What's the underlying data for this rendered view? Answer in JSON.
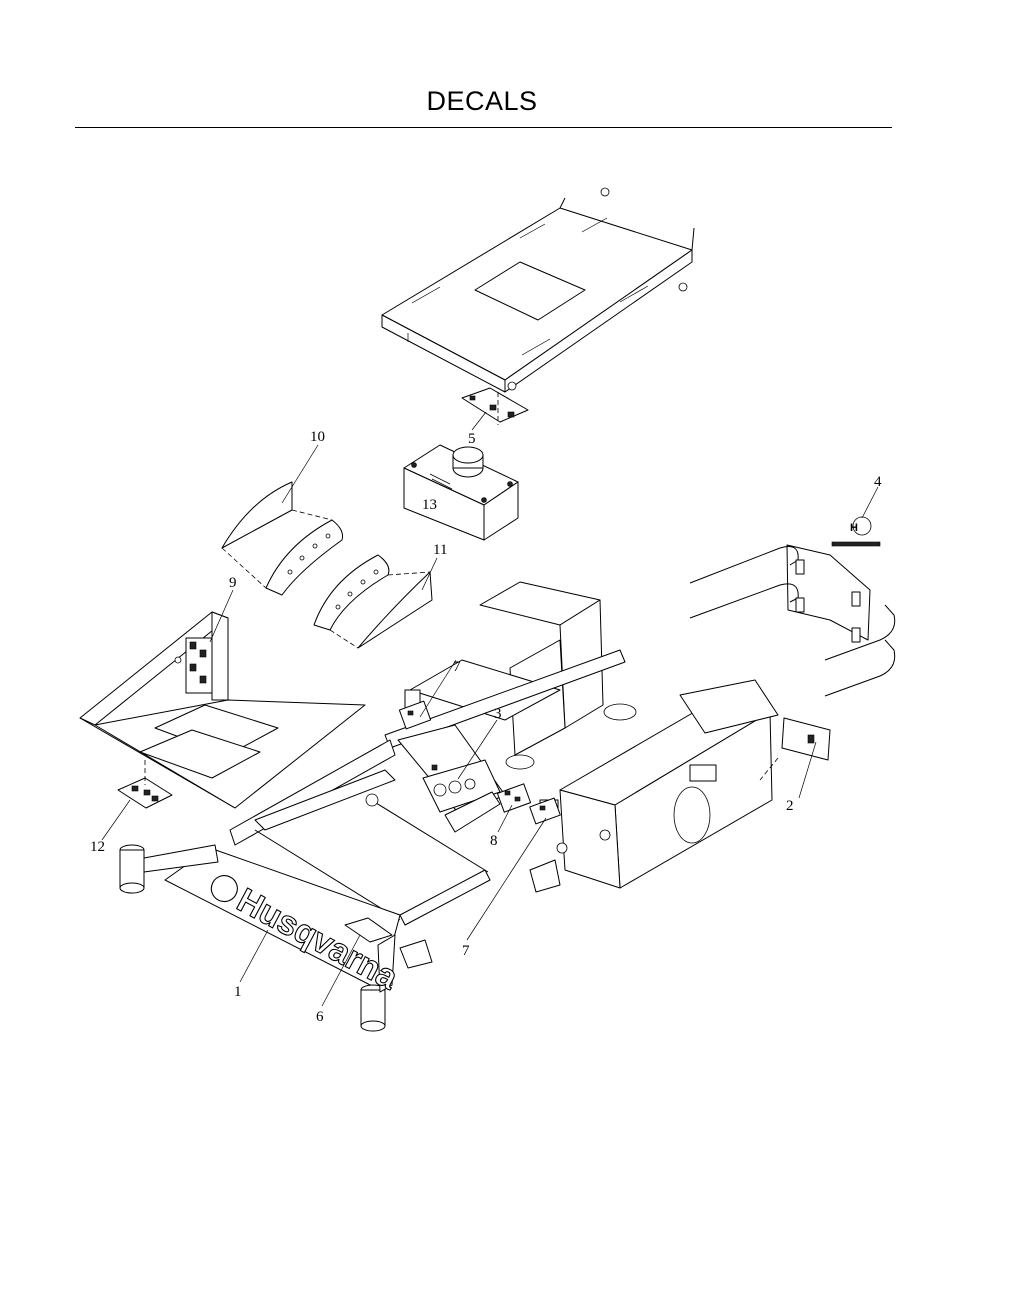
{
  "page": {
    "title": "DECALS"
  },
  "callouts": [
    "1",
    "2",
    "3",
    "4",
    "5",
    "6",
    "7",
    "8",
    "9",
    "10",
    "11",
    "12",
    "13",
    "7"
  ],
  "decal_text": {
    "brand": "Husqvarna"
  },
  "colors": {
    "ink": "#000000",
    "paper": "#ffffff"
  }
}
